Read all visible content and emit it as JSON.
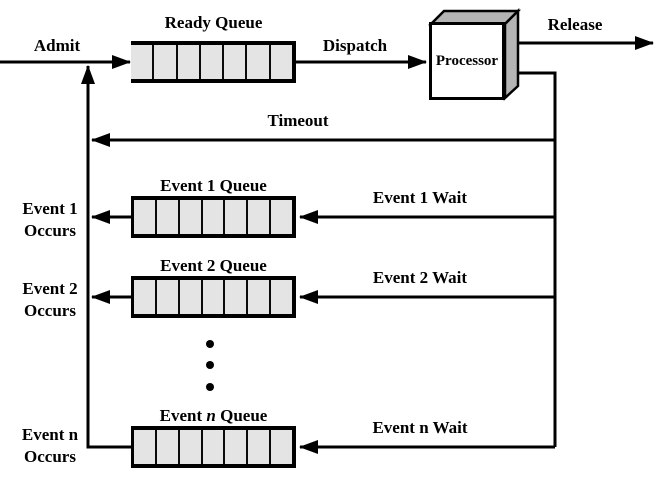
{
  "labels": {
    "admit": "Admit",
    "dispatch": "Dispatch",
    "release": "Release",
    "timeout": "Timeout",
    "processor": "Processor"
  },
  "ready_queue": {
    "title": "Ready Queue",
    "cells": 7
  },
  "event_rows": [
    {
      "occurs_line1": "Event 1",
      "occurs_line2": "Occurs",
      "queue_title": "Event 1 Queue",
      "wait_label": "Event 1 Wait",
      "cells": 7
    },
    {
      "occurs_line1": "Event 2",
      "occurs_line2": "Occurs",
      "queue_title": "Event 2 Queue",
      "wait_label": "Event 2 Wait",
      "cells": 7
    },
    {
      "occurs_line1": "Event n",
      "occurs_line2": "Occurs",
      "queue_title_prefix": "Event ",
      "queue_title_var": "n",
      "queue_title_suffix": " Queue",
      "wait_label": "Event n Wait",
      "cells": 7
    }
  ],
  "ellipsis": {
    "dots": 3
  },
  "colors": {
    "line": "#000000",
    "queue_fill": "#e4e4e4",
    "processor_face": "#ffffff",
    "processor_shade": "#b4b4b4",
    "background": "#ffffff"
  }
}
